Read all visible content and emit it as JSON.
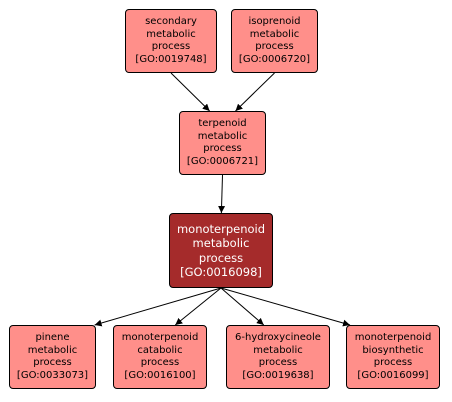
{
  "nodes": {
    "secondary": {
      "lines": [
        "secondary",
        "metabolic",
        "process"
      ],
      "id": "[GO:0019748]"
    },
    "isoprenoid": {
      "lines": [
        "isoprenoid",
        "metabolic",
        "process"
      ],
      "id": "[GO:0006720]"
    },
    "terpenoid": {
      "lines": [
        "terpenoid",
        "metabolic",
        "process"
      ],
      "id": "[GO:0006721]"
    },
    "mono": {
      "lines": [
        "monoterpenoid",
        "metabolic",
        "process"
      ],
      "id": "[GO:0016098]"
    },
    "pinene": {
      "lines": [
        "pinene",
        "metabolic",
        "process"
      ],
      "id": "[GO:0033073]"
    },
    "catabolic": {
      "lines": [
        "monoterpenoid",
        "catabolic",
        "process"
      ],
      "id": "[GO:0016100]"
    },
    "hydroxy": {
      "lines": [
        "6-hydroxycineole",
        "metabolic",
        "process"
      ],
      "id": "[GO:0019638]"
    },
    "biosyn": {
      "lines": [
        "monoterpenoid",
        "biosynthetic",
        "process"
      ],
      "id": "[GO:0016099]"
    }
  },
  "edges": [
    {
      "from": "secondary",
      "to": "terpenoid"
    },
    {
      "from": "isoprenoid",
      "to": "terpenoid"
    },
    {
      "from": "terpenoid",
      "to": "mono"
    },
    {
      "from": "mono",
      "to": "pinene"
    },
    {
      "from": "mono",
      "to": "catabolic"
    },
    {
      "from": "mono",
      "to": "hydroxy"
    },
    {
      "from": "mono",
      "to": "biosyn"
    }
  ],
  "colors": {
    "node_fill": "#ff8f8a",
    "focus_fill": "#a52b2b",
    "border": "#000000",
    "edge": "#000000"
  }
}
